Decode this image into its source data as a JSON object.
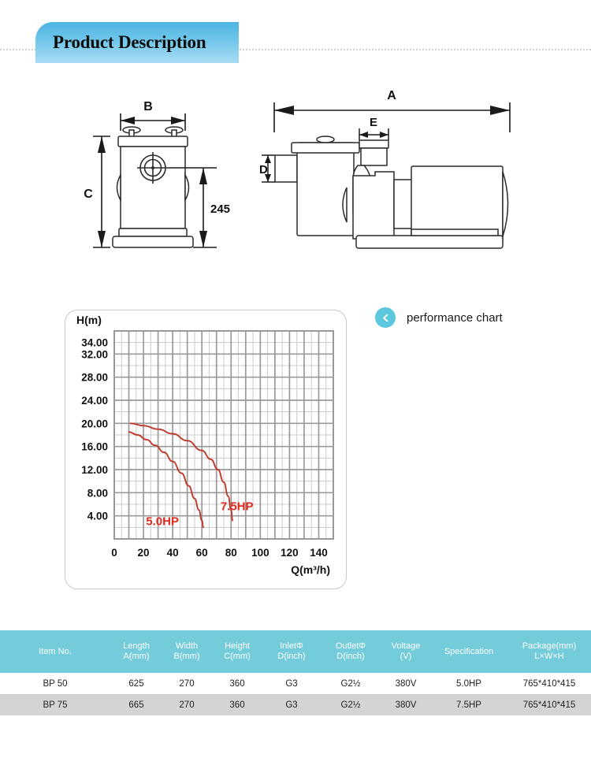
{
  "header": {
    "title": "Product Description",
    "banner_color_from": "#4db4e3",
    "banner_color_to": "#a8dcf3"
  },
  "drawings": {
    "front_view": {
      "name": "front-view",
      "labels": {
        "width": "B",
        "height": "C",
        "port_height": "245"
      }
    },
    "side_view": {
      "name": "side-view",
      "labels": {
        "length": "A",
        "outlet": "E",
        "inlet": "D"
      }
    }
  },
  "legend": {
    "icon": "chevron-left-icon",
    "icon_color": "#5bc8de",
    "label": "performance chart"
  },
  "chart_data": {
    "type": "line",
    "title": "",
    "xlabel": "Q(m³/h)",
    "ylabel": "H(m)",
    "xlim": [
      0,
      150
    ],
    "ylim": [
      0,
      36
    ],
    "xticks": [
      0,
      20,
      40,
      60,
      80,
      100,
      120,
      140
    ],
    "xtick_labels": [
      "0",
      "20",
      "40",
      "60",
      "80",
      "100",
      "120",
      "140"
    ],
    "yticks": [
      4,
      8,
      12,
      16,
      20,
      24,
      28,
      32,
      34
    ],
    "ytick_labels": [
      "4.00",
      "8.00",
      "12.00",
      "16.00",
      "20.00",
      "24.00",
      "28.00",
      "32.00",
      "34.00"
    ],
    "grid": true,
    "grid_color": "#9a9a9a",
    "minor_grid_color": "#cccccc",
    "legend_position": "inline-annotation",
    "curve_color": "#c0392b",
    "series": [
      {
        "name": "7.5HP",
        "label": "7.5HP",
        "label_x": 84,
        "label_y": 5.0,
        "x": [
          11,
          20,
          30,
          40,
          50,
          60,
          66,
          71,
          75,
          78,
          80,
          81
        ],
        "y": [
          20.0,
          19.6,
          19.0,
          18.2,
          17.0,
          15.3,
          13.8,
          12.0,
          9.8,
          7.4,
          5.0,
          3.2
        ]
      },
      {
        "name": "5.0HP",
        "label": "5.0HP",
        "label_x": 33,
        "label_y": 2.4,
        "x": [
          10,
          16,
          22,
          28,
          34,
          40,
          46,
          51,
          55,
          58,
          60,
          61
        ],
        "y": [
          18.5,
          18.0,
          17.2,
          16.2,
          15.0,
          13.4,
          11.4,
          9.2,
          7.0,
          5.0,
          3.2,
          2.0
        ]
      }
    ]
  },
  "spec_table": {
    "columns": [
      {
        "line1": "Item No.",
        "line2": ""
      },
      {
        "line1": "Length",
        "line2": "A(mm)"
      },
      {
        "line1": "Width",
        "line2": "B(mm)"
      },
      {
        "line1": "Height",
        "line2": "C(mm)"
      },
      {
        "line1": "InletΦ",
        "line2": "D(inch)"
      },
      {
        "line1": "OutletΦ",
        "line2": "D(inch)"
      },
      {
        "line1": "Voltage",
        "line2": "(V)"
      },
      {
        "line1": "Specification",
        "line2": ""
      },
      {
        "line1": "Package(mm)",
        "line2": "L×W×H"
      }
    ],
    "rows": [
      [
        "BP 50",
        "625",
        "270",
        "360",
        "G3",
        "G2½",
        "380V",
        "5.0HP",
        "765*410*415"
      ],
      [
        "BP 75",
        "665",
        "270",
        "360",
        "G3",
        "G2½",
        "380V",
        "7.5HP",
        "765*410*415"
      ]
    ],
    "header_color": "#74ccda",
    "row_alt_color": "#d4d4d4"
  }
}
